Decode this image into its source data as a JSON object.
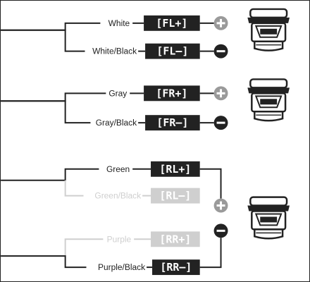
{
  "colors": {
    "active": "#222222",
    "inactive": "#cfcfcf",
    "background": "#ffffff"
  },
  "groups": [
    {
      "wires": [
        {
          "label": "White",
          "terminal": "[FL+]",
          "polarity": "plus",
          "active": true
        },
        {
          "label": "White/Black",
          "terminal": "[FL–]",
          "polarity": "minus",
          "active": true
        }
      ],
      "speaker_icon": "speaker-icon"
    },
    {
      "wires": [
        {
          "label": "Gray",
          "terminal": "[FR+]",
          "polarity": "plus",
          "active": true
        },
        {
          "label": "Gray/Black",
          "terminal": "[FR–]",
          "polarity": "minus",
          "active": true
        }
      ],
      "speaker_icon": "speaker-icon"
    },
    {
      "wires": [
        {
          "label": "Green",
          "terminal": "[RL+]",
          "active": true
        },
        {
          "label": "Green/Black",
          "terminal": "[RL–]",
          "active": false
        },
        {
          "label": "Purple",
          "terminal": "[RR+]",
          "active": false
        },
        {
          "label": "Purple/Black",
          "terminal": "[RR–]",
          "active": true
        }
      ],
      "bridged_polarity": [
        "plus",
        "minus"
      ],
      "speaker_icon": "speaker-icon"
    }
  ]
}
